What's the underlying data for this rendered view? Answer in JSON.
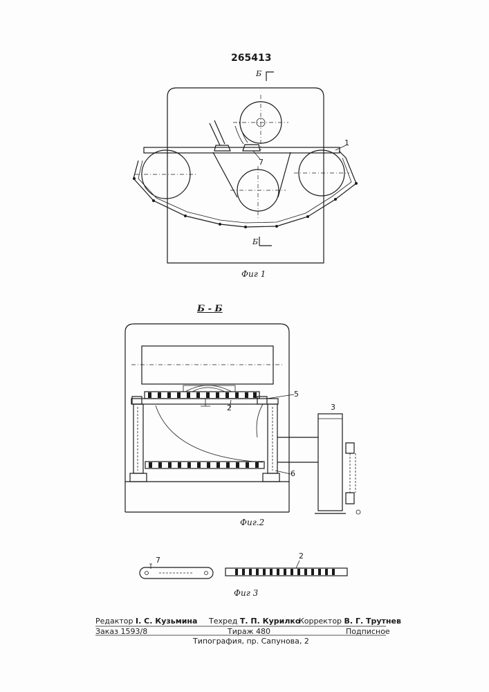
{
  "header": {
    "patent_number": "265413"
  },
  "fig1": {
    "section_mark_top": "Б",
    "section_mark_bottom": "Б",
    "callout_7": "7",
    "callout_1": "1",
    "caption": "Фиг 1"
  },
  "fig2": {
    "section_title": "Б - Б",
    "callout_2": "2",
    "callout_3": "3",
    "callout_5": "5",
    "callout_6": "6",
    "caption": "Фиг.2"
  },
  "fig3": {
    "callout_7": "7",
    "callout_2": "2",
    "caption": "Фиг 3"
  },
  "footer": {
    "editor_label": "Редактор",
    "editor_name": "I. С. Кузьмина",
    "techred_label": "Техред",
    "techred_name": "Т. П. Курилко",
    "corrector_label": "Корректор",
    "corrector_name": "В. Г. Трутнев",
    "order": "Заказ 1593/8",
    "circulation": "Тираж 480",
    "subscription": "Подписное",
    "printer": "Типография, пр. Сапунова, 2"
  }
}
